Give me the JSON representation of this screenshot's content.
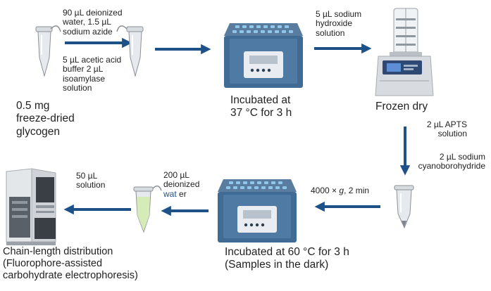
{
  "diagram": {
    "start": {
      "line1": "0.5 mg",
      "line2": "freeze-dried",
      "line3": "glycogen"
    },
    "step1_reagents": {
      "line1": "90 µL deionized",
      "line2": "water, 1.5 µL",
      "line3": "sodium azide"
    },
    "step1_buffer": {
      "line1": "5 µL acetic acid",
      "line2": "buffer 2 µL",
      "line3": "isoamylase",
      "line4": "solution"
    },
    "incubation1": {
      "line1": "Incubated at",
      "line2": "37 °C for 3 h"
    },
    "step2_reagent": {
      "line1": "5 µL sodium",
      "line2": "hydroxide",
      "line3": "solution"
    },
    "freeze_dry": {
      "label": "Frozen dry"
    },
    "step3_apts": {
      "line1": "2 µL APTS",
      "line2": "solution"
    },
    "step3_cyano": {
      "line1": "2 µL sodium",
      "line2": "cyanoborohydride"
    },
    "centrifuge": {
      "prefix": "4000 × ",
      "g": "g",
      "suffix": ", 2 min"
    },
    "incubation2": {
      "line1": "Incubated at 60 °C for 3 h",
      "line2": "(Samples in the dark)"
    },
    "dilution": {
      "line1": "200 µL",
      "line2": "deionized",
      "line3a": "wat",
      "line3b": "er"
    },
    "load": {
      "line1": "50 µL",
      "line2": "solution"
    },
    "analysis": {
      "line1": "Chain-length distribution",
      "line2": "(Fluorophore-assisted",
      "line3": "carbohydrate electrophoresis)"
    }
  },
  "colors": {
    "arrow": "#1e5187",
    "tube_outline": "#8a9096",
    "tube_fill": "#e6eaee",
    "tube_liquid": "#d4ebb4",
    "incubator_body": "#406b95",
    "incubator_top": "#5a7d9f",
    "incubator_blocks": "#8fc6ea",
    "freeze_dryer_body": "#d8dbdf",
    "instrument_body": "#cfd3d7"
  },
  "icons": [
    "tube-icon",
    "incubator-icon",
    "freeze-dryer-icon",
    "electrophoresis-instrument-icon"
  ]
}
